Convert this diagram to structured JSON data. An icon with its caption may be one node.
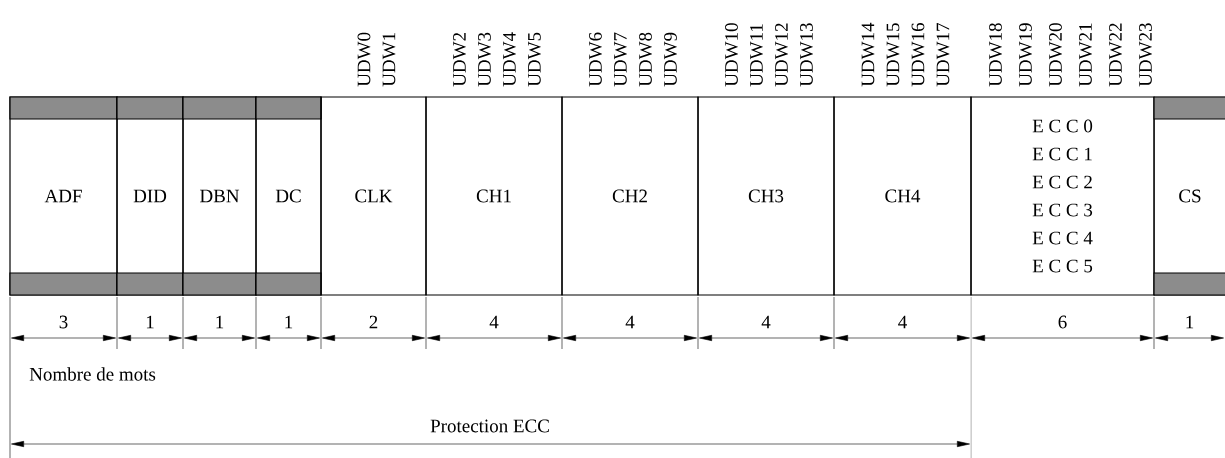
{
  "diagram": {
    "nodes": [
      {
        "text": [
          "ADF"
        ]
      },
      {
        "text": [
          "DID"
        ]
      },
      {
        "text": [
          "DBN"
        ]
      },
      {
        "text": [
          "DC"
        ]
      },
      {
        "text": [
          "CLK"
        ],
        "beside": [
          "UDW0",
          "UDW1"
        ]
      },
      {
        "text": [
          "CH1"
        ],
        "beside": [
          "UDW2",
          "UDW3",
          "UDW4",
          "UDW5"
        ]
      },
      {
        "text": [
          "CH2"
        ],
        "beside": [
          "UDW6",
          "UDW7",
          "UDW8",
          "UDW9"
        ]
      },
      {
        "text": [
          "CH3"
        ],
        "beside": [
          "UDW10",
          "UDW11",
          "UDW12",
          "UDW13"
        ]
      },
      {
        "text": [
          "CH4"
        ],
        "beside": [
          "UDW14",
          "UDW15",
          "UDW16",
          "UDW17"
        ]
      },
      {
        "text": [
          "E C C 0",
          "E C C 1",
          "E C C 2",
          "E C C 3",
          "E C C 4",
          "E C C 5"
        ],
        "beside": [
          "UDW18",
          "UDW19",
          "UDW20",
          "UDW21",
          "UDW22",
          "UDW23"
        ]
      },
      {
        "text": [
          "CS"
        ]
      }
    ],
    "labels": [
      "3",
      "1",
      "1",
      "1",
      "2",
      "4",
      "4",
      "4",
      "4",
      "6",
      "1",
      "Nombre de mots",
      "Protection ECC"
    ]
  }
}
